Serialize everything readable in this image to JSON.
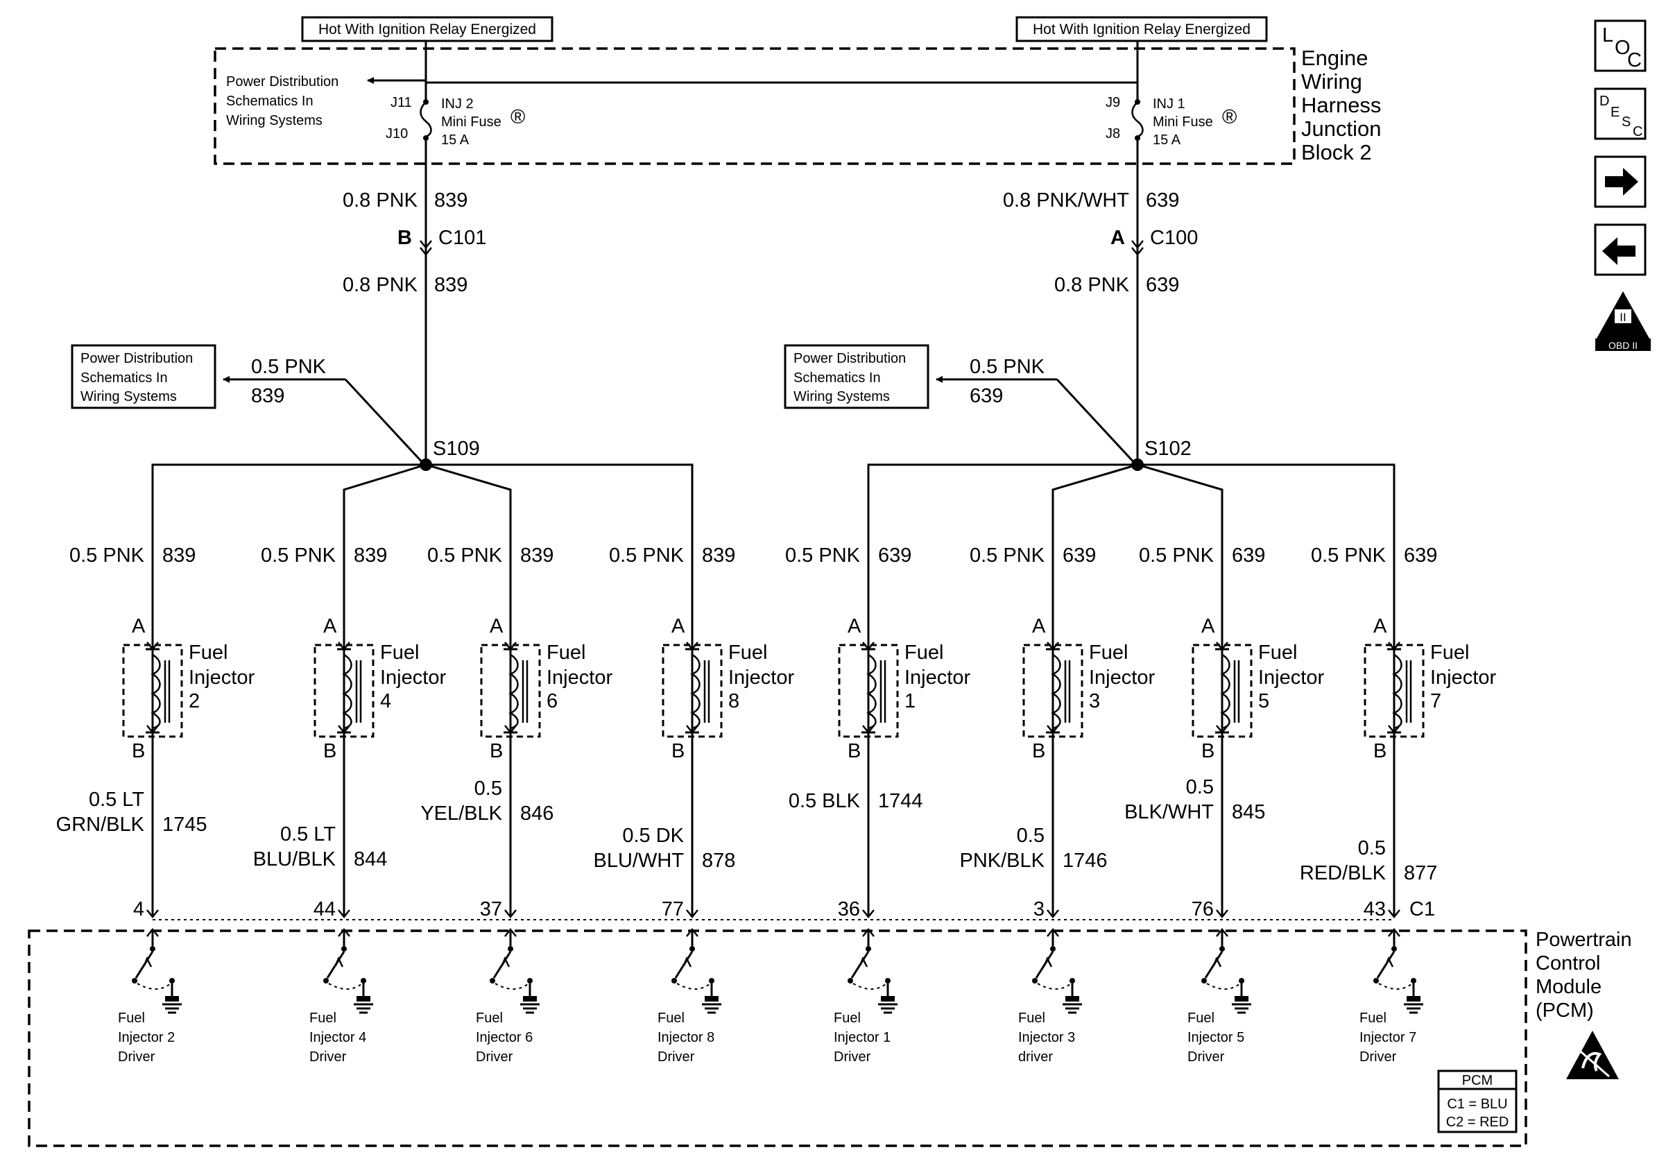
{
  "hot_labels": [
    "Hot With Ignition Relay Energized",
    "Hot With Ignition Relay Energized"
  ],
  "junction_block": {
    "title": [
      "Engine",
      "Wiring",
      "Harness",
      "Junction",
      "Block 2"
    ],
    "power_dist_lines": [
      "Power Distribution",
      "Schematics In",
      "Wiring Systems"
    ],
    "fuse_left": {
      "top_terminal": "J11",
      "bottom_terminal": "J10",
      "lines": [
        "INJ 2",
        "Mini Fuse",
        "15 A"
      ],
      "reg": "®"
    },
    "fuse_right": {
      "top_terminal": "J9",
      "bottom_terminal": "J8",
      "lines": [
        "INJ 1",
        "Mini Fuse",
        "15 A"
      ],
      "reg": "®"
    }
  },
  "feeds": {
    "left": {
      "wire_upper": "0.8 PNK",
      "circuit_upper": "839",
      "pin": "B",
      "connector": "C101",
      "wire_lower": "0.8 PNK",
      "circuit_lower": "839"
    },
    "right": {
      "wire_upper": "0.8 PNK/WHT",
      "circuit_upper": "639",
      "pin": "A",
      "connector": "C100",
      "wire_lower": "0.8 PNK",
      "circuit_lower": "639"
    }
  },
  "power_dist_boxes": [
    {
      "lines": [
        "Power Distribution",
        "Schematics In",
        "Wiring Systems"
      ],
      "wire": "0.5 PNK",
      "circuit": "839"
    },
    {
      "lines": [
        "Power Distribution",
        "Schematics In",
        "Wiring Systems"
      ],
      "wire": "0.5 PNK",
      "circuit": "639"
    }
  ],
  "splices": [
    "S109",
    "S102"
  ],
  "injectors": [
    {
      "number": "2",
      "top_wire": "0.5 PNK",
      "top_circuit": "839",
      "pin_top": "A",
      "pin_bottom": "B",
      "bottom_wire": [
        "0.5 LT",
        "GRN/BLK"
      ],
      "bottom_circuit": "1745",
      "pcm_pin": "4",
      "driver": [
        "Fuel",
        "Injector  2",
        "Driver"
      ]
    },
    {
      "number": "4",
      "top_wire": "0.5 PNK",
      "top_circuit": "839",
      "pin_top": "A",
      "pin_bottom": "B",
      "bottom_wire": [
        "0.5 LT",
        "BLU/BLK"
      ],
      "bottom_circuit": "844",
      "pcm_pin": "44",
      "driver": [
        "Fuel",
        "Injector  4",
        "Driver"
      ]
    },
    {
      "number": "6",
      "top_wire": "0.5 PNK",
      "top_circuit": "839",
      "pin_top": "A",
      "pin_bottom": "B",
      "bottom_wire": [
        "0.5",
        "YEL/BLK"
      ],
      "bottom_circuit": "846",
      "pcm_pin": "37",
      "driver": [
        "Fuel",
        "Injector  6",
        "Driver"
      ]
    },
    {
      "number": "8",
      "top_wire": "0.5 PNK",
      "top_circuit": "839",
      "pin_top": "A",
      "pin_bottom": "B",
      "bottom_wire": [
        "0.5 DK",
        "BLU/WHT"
      ],
      "bottom_circuit": "878",
      "pcm_pin": "77",
      "driver": [
        "Fuel",
        "Injector  8",
        "Driver"
      ]
    },
    {
      "number": "1",
      "top_wire": "0.5 PNK",
      "top_circuit": "639",
      "pin_top": "A",
      "pin_bottom": "B",
      "bottom_wire": [
        "0.5 BLK"
      ],
      "bottom_circuit": "1744",
      "pcm_pin": "36",
      "driver": [
        "Fuel",
        "Injector  1",
        "Driver"
      ]
    },
    {
      "number": "3",
      "top_wire": "0.5 PNK",
      "top_circuit": "639",
      "pin_top": "A",
      "pin_bottom": "B",
      "bottom_wire": [
        "0.5",
        "PNK/BLK"
      ],
      "bottom_circuit": "1746",
      "pcm_pin": "3",
      "driver": [
        "Fuel",
        "Injector  3",
        "driver"
      ]
    },
    {
      "number": "5",
      "top_wire": "0.5 PNK",
      "top_circuit": "639",
      "pin_top": "A",
      "pin_bottom": "B",
      "bottom_wire": [
        "0.5",
        "BLK/WHT"
      ],
      "bottom_circuit": "845",
      "pcm_pin": "76",
      "driver": [
        "Fuel",
        "Injector  5",
        "Driver"
      ]
    },
    {
      "number": "7",
      "top_wire": "0.5 PNK",
      "top_circuit": "639",
      "pin_top": "A",
      "pin_bottom": "B",
      "bottom_wire": [
        "0.5",
        "RED/BLK"
      ],
      "bottom_circuit": "877",
      "pcm_pin": "43",
      "driver": [
        "Fuel",
        "Injector  7",
        "Driver"
      ]
    }
  ],
  "injector_label": [
    "Fuel",
    "Injector"
  ],
  "pcm": {
    "title": [
      "Powertrain",
      "Control",
      "Module",
      "(PCM)"
    ],
    "connector": "C1",
    "table_title": "PCM",
    "table_rows": [
      "C1 = BLU",
      "C2 = RED"
    ]
  },
  "side_icons": {
    "loc": [
      "L",
      "O",
      "C"
    ],
    "desc": [
      "D",
      "E",
      "S",
      "C"
    ],
    "obd": [
      "II",
      "OBD II"
    ]
  }
}
